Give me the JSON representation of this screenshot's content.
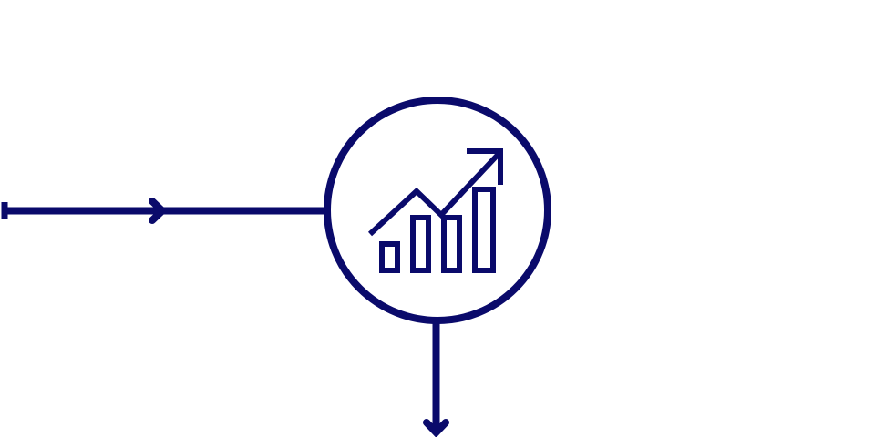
{
  "diagram": {
    "colors": {
      "stroke": "#0a0a6b",
      "background": "#ffffff"
    },
    "nodes": [
      {
        "id": "growth-node",
        "icon": "growth-chart-icon",
        "shape": "circle"
      }
    ],
    "edges": [
      {
        "id": "incoming-arrow",
        "from": "left-edge",
        "to": "growth-node",
        "direction": "right"
      },
      {
        "id": "outgoing-arrow",
        "from": "growth-node",
        "to": "bottom-edge",
        "direction": "down"
      }
    ]
  }
}
